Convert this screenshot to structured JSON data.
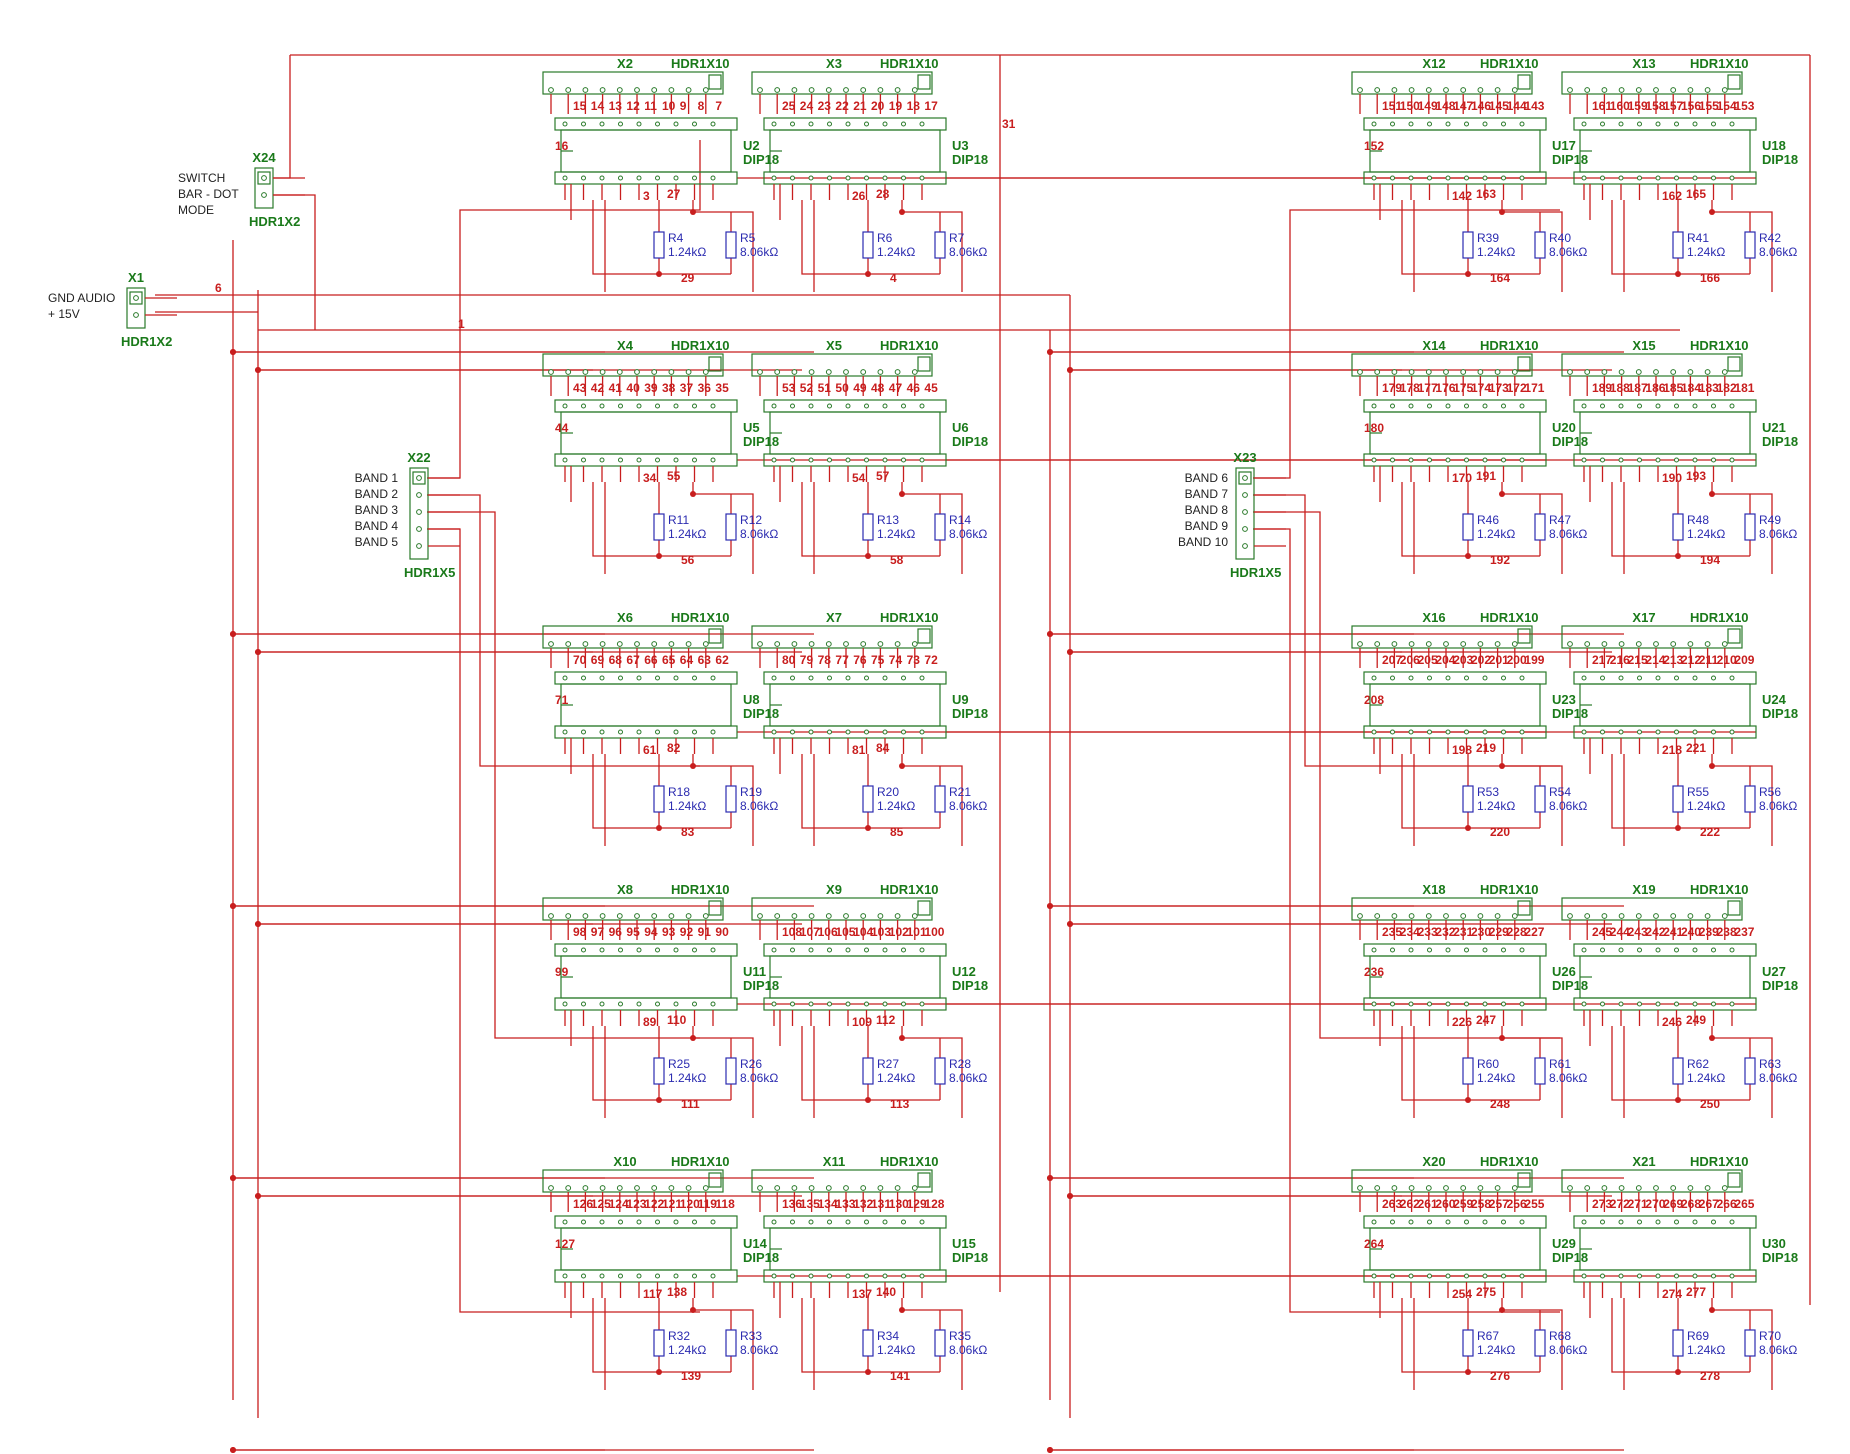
{
  "colors": {
    "wire": "#c81e1e",
    "part": "#2a7a2a",
    "resistor": "#2b2bb0",
    "text": "#222222"
  },
  "standalone": [
    {
      "ref": "X24",
      "type": "HDR1X2",
      "labels": [
        "SWITCH",
        "BAR - DOT",
        "MODE"
      ]
    },
    {
      "ref": "X1",
      "type": "HDR1X2",
      "labels": [
        "GND AUDIO",
        "+ 15V"
      ]
    },
    {
      "ref": "X22",
      "type": "HDR1X5",
      "labels": [
        "BAND 1",
        "BAND 2",
        "BAND 3",
        "BAND 4",
        "BAND 5"
      ]
    },
    {
      "ref": "X23",
      "type": "HDR1X5",
      "labels": [
        "BAND 6",
        "BAND 7",
        "BAND 8",
        "BAND 9",
        "BAND 10"
      ]
    }
  ],
  "free_nets": [
    {
      "id": "net-6",
      "text": "6"
    },
    {
      "id": "net-1",
      "text": "1"
    },
    {
      "id": "net-31",
      "text": "31"
    }
  ],
  "stages": [
    {
      "hdr": "X2",
      "hdr_type": "HDR1X10",
      "ic": "U2",
      "ic_type": "DIP18",
      "pins": [
        "15",
        "14",
        "13",
        "12",
        "11",
        "10",
        "9",
        "8",
        "7"
      ],
      "side": "16",
      "nets": [
        "3",
        "27",
        "29"
      ],
      "r1": "R4",
      "r1v": "1.24kΩ",
      "r2": "R5",
      "r2v": "8.06kΩ"
    },
    {
      "hdr": "X3",
      "hdr_type": "HDR1X10",
      "ic": "U3",
      "ic_type": "DIP18",
      "pins": [
        "25",
        "24",
        "23",
        "22",
        "21",
        "20",
        "19",
        "18",
        "17"
      ],
      "side": "",
      "nets": [
        "26",
        "28",
        "4"
      ],
      "r1": "R6",
      "r1v": "1.24kΩ",
      "r2": "R7",
      "r2v": "8.06kΩ"
    },
    {
      "hdr": "X4",
      "hdr_type": "HDR1X10",
      "ic": "U5",
      "ic_type": "DIP18",
      "pins": [
        "43",
        "42",
        "41",
        "40",
        "39",
        "38",
        "37",
        "36",
        "35"
      ],
      "side": "44",
      "nets": [
        "34",
        "55",
        "56"
      ],
      "r1": "R11",
      "r1v": "1.24kΩ",
      "r2": "R12",
      "r2v": "8.06kΩ"
    },
    {
      "hdr": "X5",
      "hdr_type": "HDR1X10",
      "ic": "U6",
      "ic_type": "DIP18",
      "pins": [
        "53",
        "52",
        "51",
        "50",
        "49",
        "48",
        "47",
        "46",
        "45"
      ],
      "side": "",
      "nets": [
        "54",
        "57",
        "58"
      ],
      "r1": "R13",
      "r1v": "1.24kΩ",
      "r2": "R14",
      "r2v": "8.06kΩ"
    },
    {
      "hdr": "X6",
      "hdr_type": "HDR1X10",
      "ic": "U8",
      "ic_type": "DIP18",
      "pins": [
        "70",
        "69",
        "68",
        "67",
        "66",
        "65",
        "64",
        "63",
        "62"
      ],
      "side": "71",
      "nets": [
        "61",
        "82",
        "83"
      ],
      "r1": "R18",
      "r1v": "1.24kΩ",
      "r2": "R19",
      "r2v": "8.06kΩ"
    },
    {
      "hdr": "X7",
      "hdr_type": "HDR1X10",
      "ic": "U9",
      "ic_type": "DIP18",
      "pins": [
        "80",
        "79",
        "78",
        "77",
        "76",
        "75",
        "74",
        "73",
        "72"
      ],
      "side": "",
      "nets": [
        "81",
        "84",
        "85"
      ],
      "r1": "R20",
      "r1v": "1.24kΩ",
      "r2": "R21",
      "r2v": "8.06kΩ"
    },
    {
      "hdr": "X8",
      "hdr_type": "HDR1X10",
      "ic": "U11",
      "ic_type": "DIP18",
      "pins": [
        "98",
        "97",
        "96",
        "95",
        "94",
        "93",
        "92",
        "91",
        "90"
      ],
      "side": "99",
      "nets": [
        "89",
        "110",
        "111"
      ],
      "r1": "R25",
      "r1v": "1.24kΩ",
      "r2": "R26",
      "r2v": "8.06kΩ"
    },
    {
      "hdr": "X9",
      "hdr_type": "HDR1X10",
      "ic": "U12",
      "ic_type": "DIP18",
      "pins": [
        "108",
        "107",
        "106",
        "105",
        "104",
        "103",
        "102",
        "101",
        "100"
      ],
      "side": "",
      "nets": [
        "109",
        "112",
        "113"
      ],
      "r1": "R27",
      "r1v": "1.24kΩ",
      "r2": "R28",
      "r2v": "8.06kΩ"
    },
    {
      "hdr": "X10",
      "hdr_type": "HDR1X10",
      "ic": "U14",
      "ic_type": "DIP18",
      "pins": [
        "126",
        "125",
        "124",
        "123",
        "122",
        "121",
        "120",
        "119",
        "118"
      ],
      "side": "127",
      "nets": [
        "117",
        "138",
        "139"
      ],
      "r1": "R32",
      "r1v": "1.24kΩ",
      "r2": "R33",
      "r2v": "8.06kΩ"
    },
    {
      "hdr": "X11",
      "hdr_type": "HDR1X10",
      "ic": "U15",
      "ic_type": "DIP18",
      "pins": [
        "136",
        "135",
        "134",
        "133",
        "132",
        "131",
        "130",
        "129",
        "128"
      ],
      "side": "",
      "nets": [
        "137",
        "140",
        "141"
      ],
      "r1": "R34",
      "r1v": "1.24kΩ",
      "r2": "R35",
      "r2v": "8.06kΩ"
    },
    {
      "hdr": "X12",
      "hdr_type": "HDR1X10",
      "ic": "U17",
      "ic_type": "DIP18",
      "pins": [
        "151",
        "150",
        "149",
        "148",
        "147",
        "146",
        "145",
        "144",
        "143"
      ],
      "side": "152",
      "nets": [
        "142",
        "163",
        "164"
      ],
      "r1": "R39",
      "r1v": "1.24kΩ",
      "r2": "R40",
      "r2v": "8.06kΩ"
    },
    {
      "hdr": "X13",
      "hdr_type": "HDR1X10",
      "ic": "U18",
      "ic_type": "DIP18",
      "pins": [
        "161",
        "160",
        "159",
        "158",
        "157",
        "156",
        "155",
        "154",
        "153"
      ],
      "side": "",
      "nets": [
        "162",
        "165",
        "166"
      ],
      "r1": "R41",
      "r1v": "1.24kΩ",
      "r2": "R42",
      "r2v": "8.06kΩ"
    },
    {
      "hdr": "X14",
      "hdr_type": "HDR1X10",
      "ic": "U20",
      "ic_type": "DIP18",
      "pins": [
        "179",
        "178",
        "177",
        "176",
        "175",
        "174",
        "173",
        "172",
        "171"
      ],
      "side": "180",
      "nets": [
        "170",
        "191",
        "192"
      ],
      "r1": "R46",
      "r1v": "1.24kΩ",
      "r2": "R47",
      "r2v": "8.06kΩ"
    },
    {
      "hdr": "X15",
      "hdr_type": "HDR1X10",
      "ic": "U21",
      "ic_type": "DIP18",
      "pins": [
        "189",
        "188",
        "187",
        "186",
        "185",
        "184",
        "183",
        "182",
        "181"
      ],
      "side": "",
      "nets": [
        "190",
        "193",
        "194"
      ],
      "r1": "R48",
      "r1v": "1.24kΩ",
      "r2": "R49",
      "r2v": "8.06kΩ"
    },
    {
      "hdr": "X16",
      "hdr_type": "HDR1X10",
      "ic": "U23",
      "ic_type": "DIP18",
      "pins": [
        "207",
        "206",
        "205",
        "204",
        "203",
        "202",
        "201",
        "200",
        "199"
      ],
      "side": "208",
      "nets": [
        "198",
        "219",
        "220"
      ],
      "r1": "R53",
      "r1v": "1.24kΩ",
      "r2": "R54",
      "r2v": "8.06kΩ"
    },
    {
      "hdr": "X17",
      "hdr_type": "HDR1X10",
      "ic": "U24",
      "ic_type": "DIP18",
      "pins": [
        "217",
        "216",
        "215",
        "214",
        "213",
        "212",
        "211",
        "210",
        "209"
      ],
      "side": "",
      "nets": [
        "218",
        "221",
        "222"
      ],
      "r1": "R55",
      "r1v": "1.24kΩ",
      "r2": "R56",
      "r2v": "8.06kΩ"
    },
    {
      "hdr": "X18",
      "hdr_type": "HDR1X10",
      "ic": "U26",
      "ic_type": "DIP18",
      "pins": [
        "235",
        "234",
        "233",
        "232",
        "231",
        "230",
        "229",
        "228",
        "227"
      ],
      "side": "236",
      "nets": [
        "226",
        "247",
        "248"
      ],
      "r1": "R60",
      "r1v": "1.24kΩ",
      "r2": "R61",
      "r2v": "8.06kΩ"
    },
    {
      "hdr": "X19",
      "hdr_type": "HDR1X10",
      "ic": "U27",
      "ic_type": "DIP18",
      "pins": [
        "245",
        "244",
        "243",
        "242",
        "241",
        "240",
        "239",
        "238",
        "237"
      ],
      "side": "",
      "nets": [
        "246",
        "249",
        "250"
      ],
      "r1": "R62",
      "r1v": "1.24kΩ",
      "r2": "R63",
      "r2v": "8.06kΩ"
    },
    {
      "hdr": "X20",
      "hdr_type": "HDR1X10",
      "ic": "U29",
      "ic_type": "DIP18",
      "pins": [
        "263",
        "262",
        "261",
        "260",
        "259",
        "258",
        "257",
        "256",
        "255"
      ],
      "side": "264",
      "nets": [
        "254",
        "275",
        "276"
      ],
      "r1": "R67",
      "r1v": "1.24kΩ",
      "r2": "R68",
      "r2v": "8.06kΩ"
    },
    {
      "hdr": "X21",
      "hdr_type": "HDR1X10",
      "ic": "U30",
      "ic_type": "DIP18",
      "pins": [
        "273",
        "272",
        "271",
        "270",
        "269",
        "268",
        "267",
        "266",
        "265"
      ],
      "side": "",
      "nets": [
        "274",
        "277",
        "278"
      ],
      "r1": "R69",
      "r1v": "1.24kΩ",
      "r2": "R70",
      "r2v": "8.06kΩ"
    }
  ]
}
